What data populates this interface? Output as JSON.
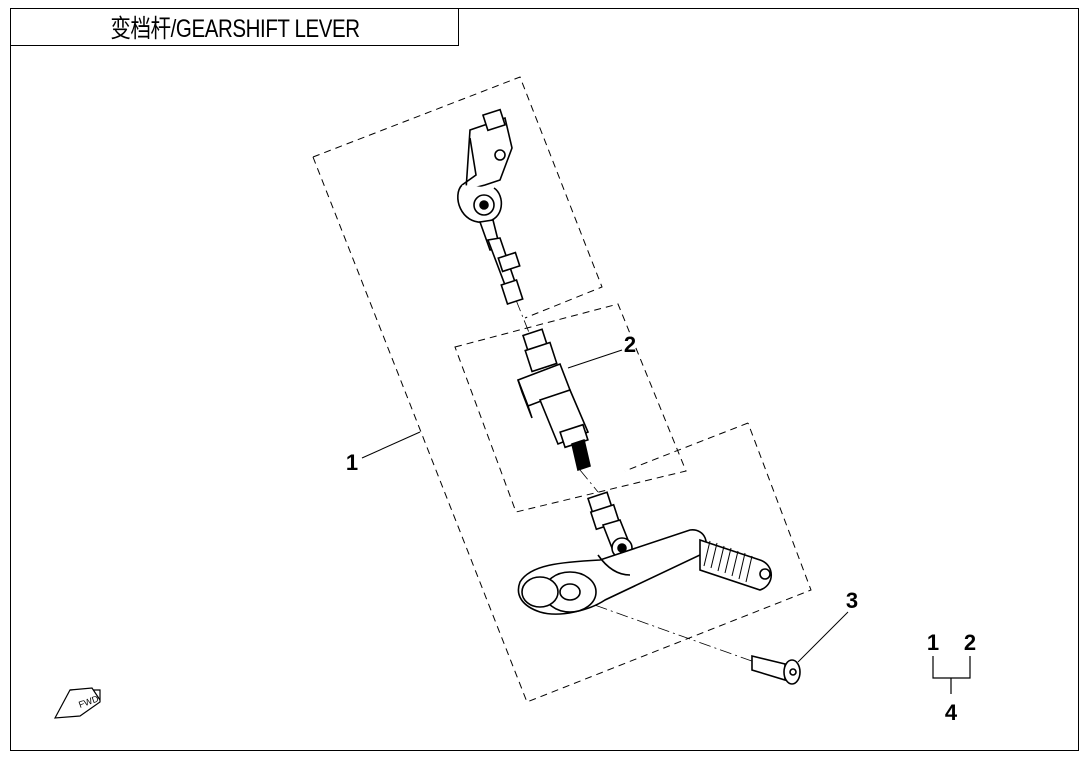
{
  "title": "变档杆/GEARSHIFT LEVER",
  "callouts": {
    "c1": "1",
    "c2": "2",
    "c3": "3",
    "legend_a": "1",
    "legend_b": "2",
    "legend_total": "4"
  },
  "fwd_label": "FWD",
  "colors": {
    "line": "#000000",
    "background": "#ffffff"
  }
}
